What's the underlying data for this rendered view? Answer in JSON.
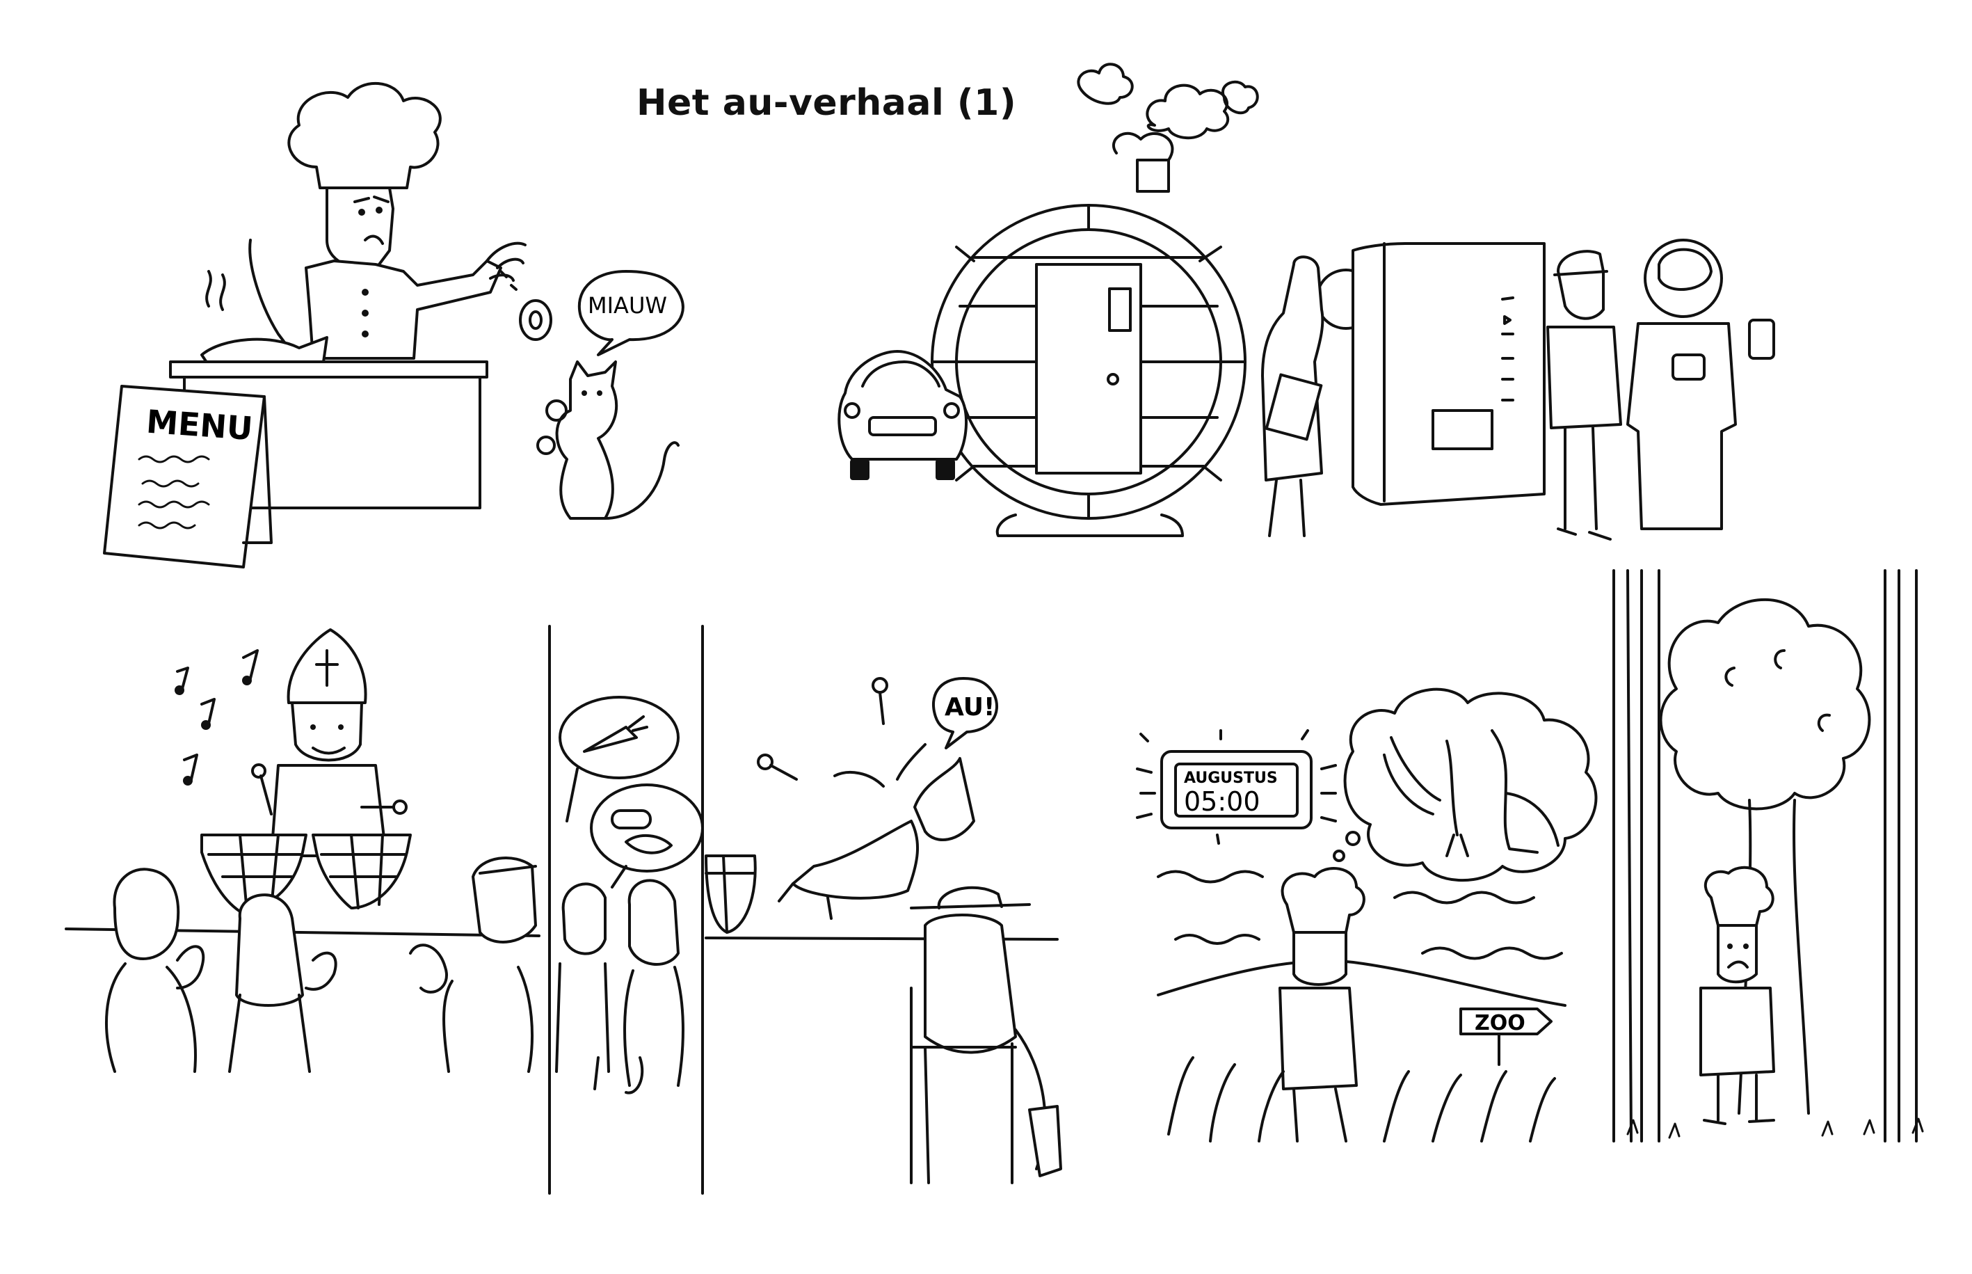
{
  "title": "Het au-verhaal (1)",
  "colors": {
    "ink": "#111111",
    "paper": "#ffffff"
  },
  "panel_chef": {
    "menu_sign": "MENU",
    "cat_speech": "MIAUW"
  },
  "panel_cinema": {
    "icons": [
      "car-icon",
      "barrel-sauna-icon",
      "vending-machine-icon",
      "astronaut-icon"
    ]
  },
  "panel_drummer": {
    "icons": [
      "music-note-icon",
      "bishop-icon",
      "kettle-drum-icon"
    ]
  },
  "panel_fall": {
    "speech": "AU!"
  },
  "panel_zoo": {
    "clock_month": "AUGUSTUS",
    "clock_time": "05:00",
    "sign": "ZOO"
  }
}
